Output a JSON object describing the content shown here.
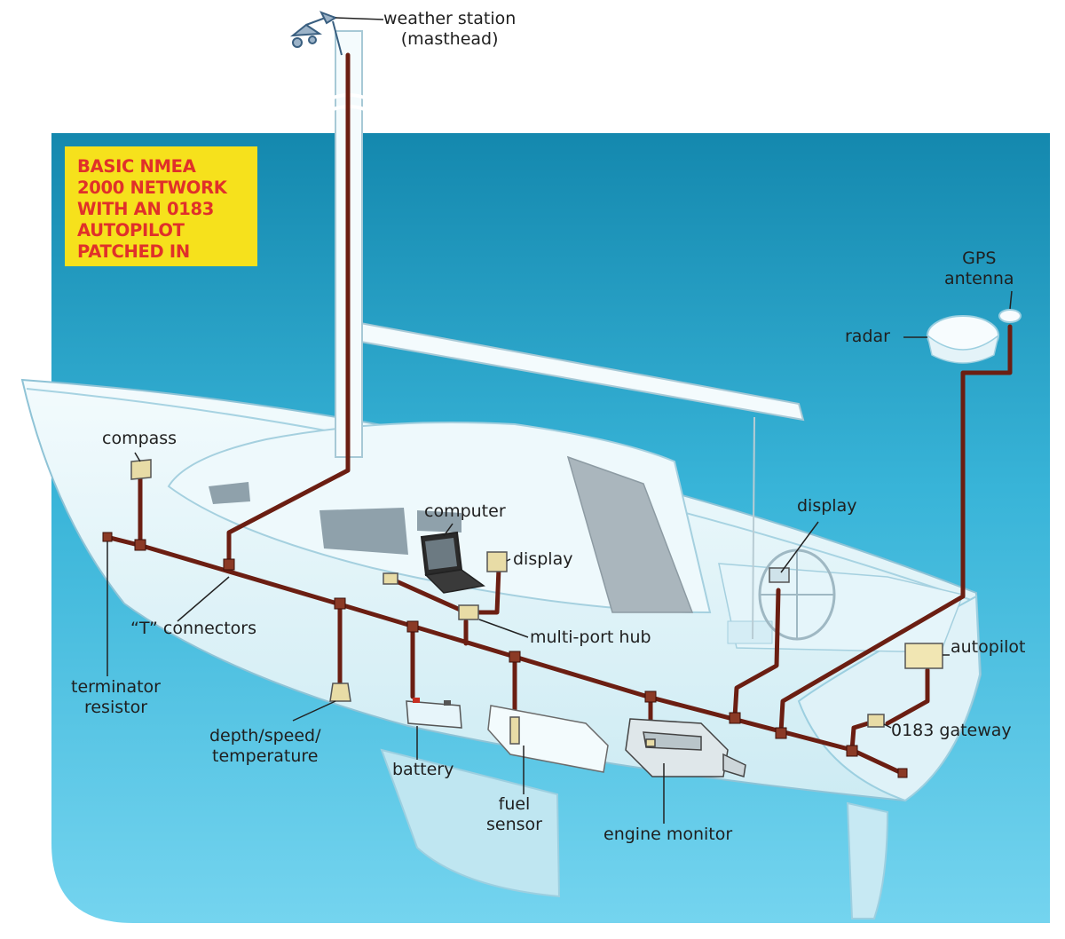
{
  "title": {
    "lines": [
      "BASIC NMEA",
      "2000 NETWORK",
      "WITH AN 0183",
      "AUTOPILOT",
      "PATCHED IN"
    ]
  },
  "labels": {
    "weather_station": [
      "weather station",
      "(masthead)"
    ],
    "gps_antenna": [
      "GPS",
      "antenna"
    ],
    "radar": "radar",
    "compass": "compass",
    "computer": "computer",
    "display_cabin": "display",
    "display_helm": "display",
    "t_connectors": "“T” connectors",
    "multi_port_hub": "multi-port hub",
    "autopilot": "autopilot",
    "terminator_resistor": [
      "terminator",
      "resistor"
    ],
    "depth_speed_temperature": [
      "depth/speed/",
      "temperature"
    ],
    "battery": "battery",
    "fuel_sensor": [
      "fuel",
      "sensor"
    ],
    "engine_monitor": "engine monitor",
    "gateway_0183": "0183 gateway"
  },
  "colors": {
    "water_top": "#1b93b8",
    "water_bottom": "#6fd3ee",
    "cable": "#6b1e12",
    "title_bg": "#f6e11c",
    "title_text": "#e0302a",
    "hull": "#eaf7fb"
  }
}
